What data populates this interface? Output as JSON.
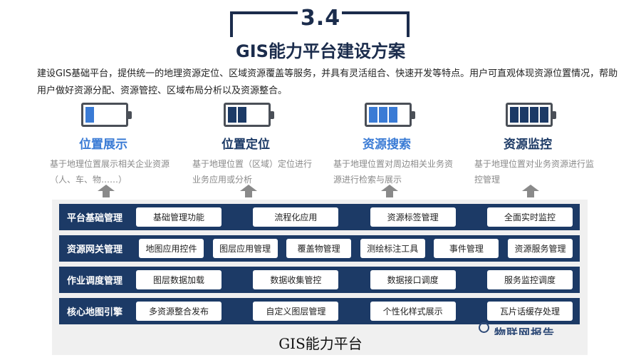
{
  "header": {
    "section_number": "3.4",
    "title": "GIS能力平台建设方案"
  },
  "intro": "建设GIS基础平台，提供统一的地理资源定位、区域资源覆盖等服务，并具有灵活组合、快速开发等特点。用户可直观体现资源位置情况，帮助用户做好资源分配、资源管控、区域布局分析以及资源整合。",
  "features": [
    {
      "title": "位置展示",
      "desc": "基于地理位置展示相关企业资源（人、车、物……）",
      "level": 1,
      "color": "#3a7bd5"
    },
    {
      "title": "位置定位",
      "desc": "基于地理位置（区域）定位进行业务应用或分析",
      "level": 2,
      "color": "#1c3a66"
    },
    {
      "title": "资源搜索",
      "desc": "基于地理位置对周边相关业务资源进行检索与展示",
      "level": 3,
      "color": "#3a7bd5"
    },
    {
      "title": "资源监控",
      "desc": "基于地理位置对业务资源进行监控管理",
      "level": 4,
      "color": "#1c3a66"
    }
  ],
  "layers": [
    {
      "label": "平台基础管理",
      "modules": [
        "基础管理功能",
        "流程化应用",
        "资源标签管理",
        "全面实时监控"
      ]
    },
    {
      "label": "资源网关管理",
      "modules": [
        "地图应用控件",
        "图层应用管理",
        "覆盖物管理",
        "测绘标注工具",
        "事件管理",
        "资源服务管理"
      ]
    },
    {
      "label": "作业调度管理",
      "modules": [
        "图层数据加载",
        "数据收集管控",
        "数据接口调度",
        "服务监控调度"
      ]
    },
    {
      "label": "核心地图引擎",
      "modules": [
        "多资源整合发布",
        "自定义图层管理",
        "个性化样式展示",
        "瓦片话缓存处理"
      ]
    }
  ],
  "platform_title": "GIS能力平台",
  "watermark": "物联网报告"
}
